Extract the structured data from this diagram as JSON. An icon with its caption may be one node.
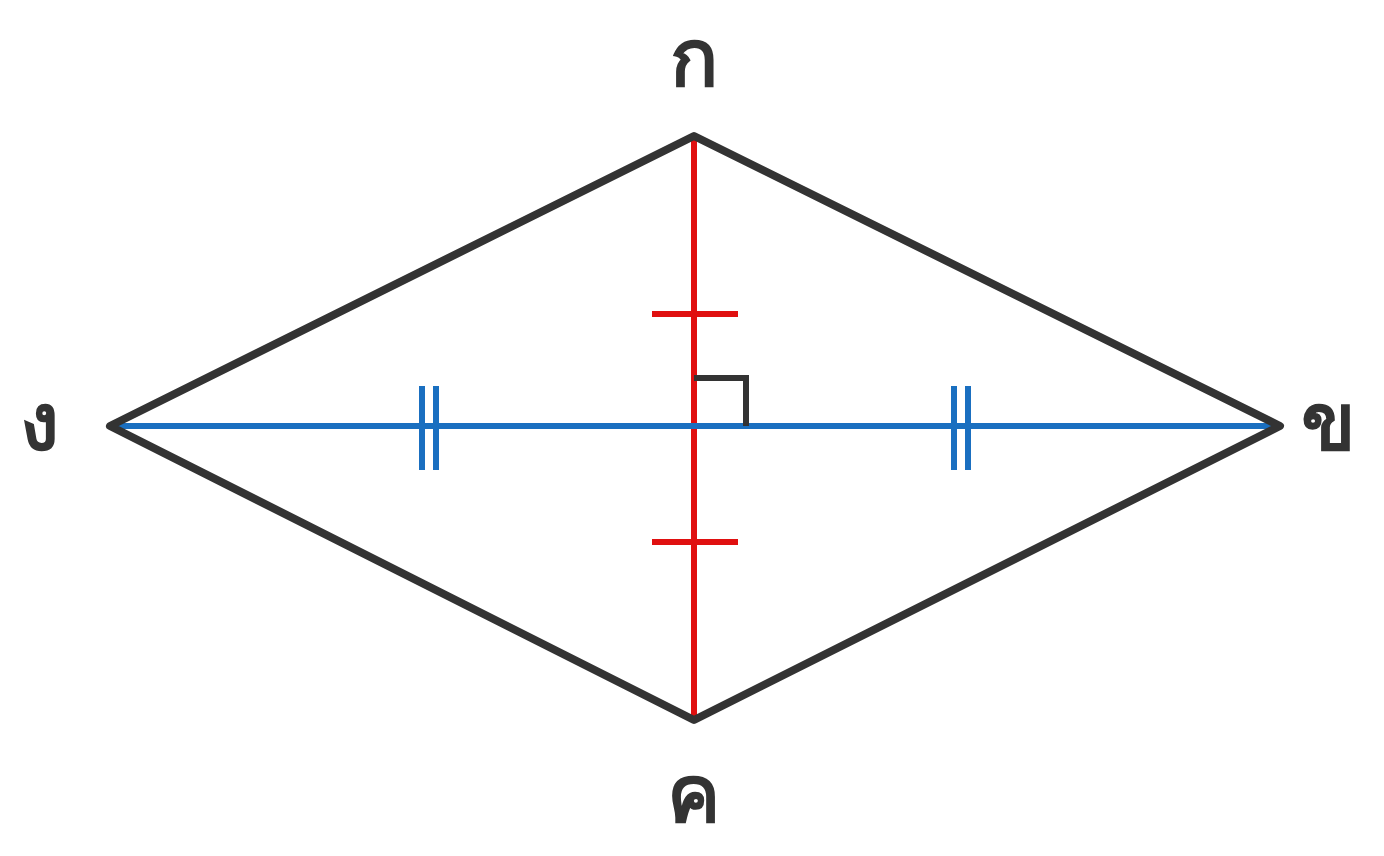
{
  "diagram": {
    "labels": [
      "ก",
      "ข",
      "ค",
      "ง"
    ]
  }
}
